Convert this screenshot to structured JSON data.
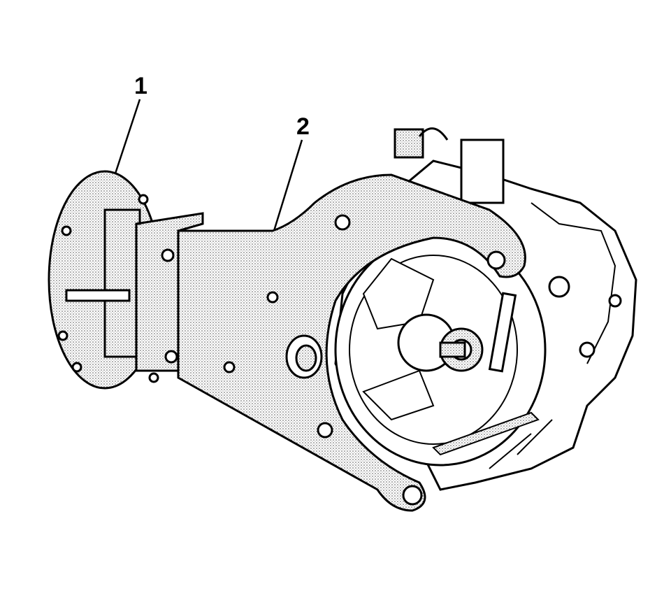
{
  "callouts": [
    {
      "label": "1",
      "part": "fixture-plate"
    },
    {
      "label": "2",
      "part": "holding-bracket"
    }
  ]
}
